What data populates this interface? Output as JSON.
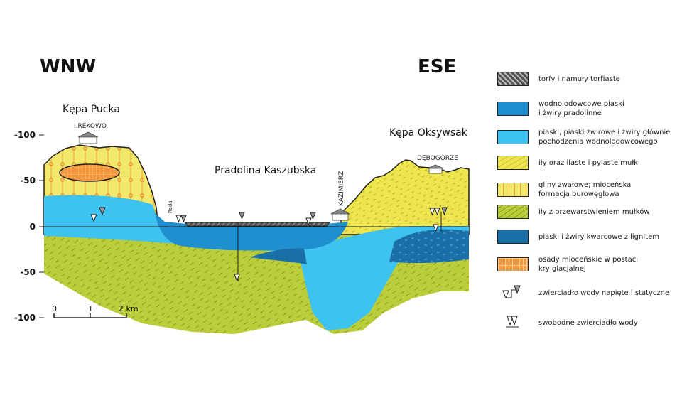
{
  "titles": {
    "west": "WNW",
    "east": "ESE",
    "left_upland": "Kępa Pucka",
    "valley": "Pradolina Kaszubska",
    "right_upland": "Kępa Oksywsak"
  },
  "places": {
    "rekowo": "I.REKOWO",
    "reda": "Reda",
    "kazimierz": "KAZIMIERZ",
    "debogorze": "DĘBOGÓRZE"
  },
  "depth_axis": [
    "-100",
    "-50",
    "0",
    "-50",
    "-100"
  ],
  "scale_bar": [
    "0",
    "1",
    "2 km"
  ],
  "colors": {
    "peat": "#555555",
    "valley_sands": "#1f8fd0",
    "fluvioglacial_sands": "#3ec3f0",
    "clays": "#ece54e",
    "tills": "#f2e86c",
    "silty_clays": "#bccd3b",
    "lignite_sands": "#1a6fa6",
    "miocene_floes": "#f6943a"
  },
  "legend": [
    {
      "label": "torfy i namuły torfiaste",
      "key": "peat"
    },
    {
      "label": "wodnolodowcowe piaski\ni żwiry pradolinne",
      "key": "valley_sands"
    },
    {
      "label": "piaski, piaski żwirowe i żwiry głównie\npochodzenia wodnolodowcowego",
      "key": "fluvioglacial_sands"
    },
    {
      "label": "iły oraz ilaste i pylaste mułki",
      "key": "clays"
    },
    {
      "label": "gliny zwałowe; mioceńska\nformacja burowęglowa",
      "key": "tills"
    },
    {
      "label": "iły z przewarstwieniem mułków",
      "key": "silty_clays"
    },
    {
      "label": "piaski i żwiry kwarcowe z lignitem",
      "key": "lignite_sands"
    },
    {
      "label": "osady mioceńskie w postaci\nkry glacjalnej",
      "key": "miocene_floes"
    },
    {
      "label": "zwierciadło wody napięte i statyczne",
      "key": "confined-symbol"
    },
    {
      "label": "swobodne zwierciadło wody",
      "key": "free-symbol"
    }
  ]
}
